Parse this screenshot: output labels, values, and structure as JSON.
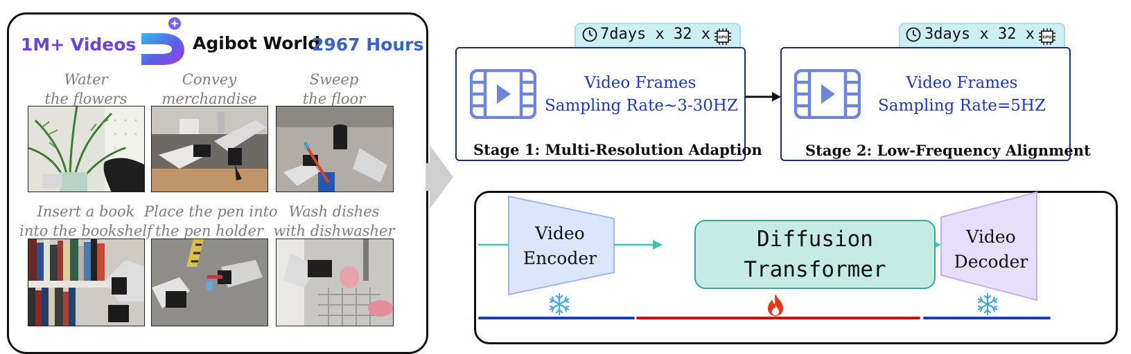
{
  "left_panel": {
    "videos_label": "1M+ Videos",
    "brand_name": "Agibot World",
    "hours_label": "2967 Hours",
    "tasks": [
      {
        "line1": "Water",
        "line2": "the flowers"
      },
      {
        "line1": "Convey",
        "line2": "merchandise"
      },
      {
        "line1": "Sweep",
        "line2": "the floor"
      },
      {
        "line1": "Insert a book",
        "line2": "into the bookshelf"
      },
      {
        "line1": "Place the pen into",
        "line2": "the pen holder"
      },
      {
        "line1": "Wash dishes",
        "line2": "with dishwasher"
      }
    ]
  },
  "stage1": {
    "gpu_label": "7days x 32 x",
    "frames_line1": "Video Frames",
    "frames_line2": "Sampling Rate~3-30HZ",
    "title": "Stage 1:  Multi-Resolution Adaption"
  },
  "stage2": {
    "gpu_label": "3days x 32 x",
    "frames_line1": "Video Frames",
    "frames_line2": "Sampling Rate=5HZ",
    "title": "Stage 2: Low-Frequency Alignment"
  },
  "pipeline": {
    "encoder_line1": "Video",
    "encoder_line2": "Encoder",
    "transformer_line1": "Diffusion",
    "transformer_line2": "Transformer",
    "decoder_line1": "Video",
    "decoder_line2": "Decoder",
    "encoder_status_icon": "snowflake-icon",
    "transformer_status_icon": "flame-icon",
    "decoder_status_icon": "snowflake-icon"
  },
  "icons": {
    "clock": "clock-icon",
    "gpu": "gpu-chip-icon",
    "video": "video-film-icon"
  },
  "colors": {
    "purple_text": "#6a43d8",
    "blue_text": "#3a63c4",
    "frames_blue": "#1f38b6",
    "teal": "#3fc4b4",
    "frozen_line": "#1b3ea8",
    "train_line": "#c80f0f"
  }
}
